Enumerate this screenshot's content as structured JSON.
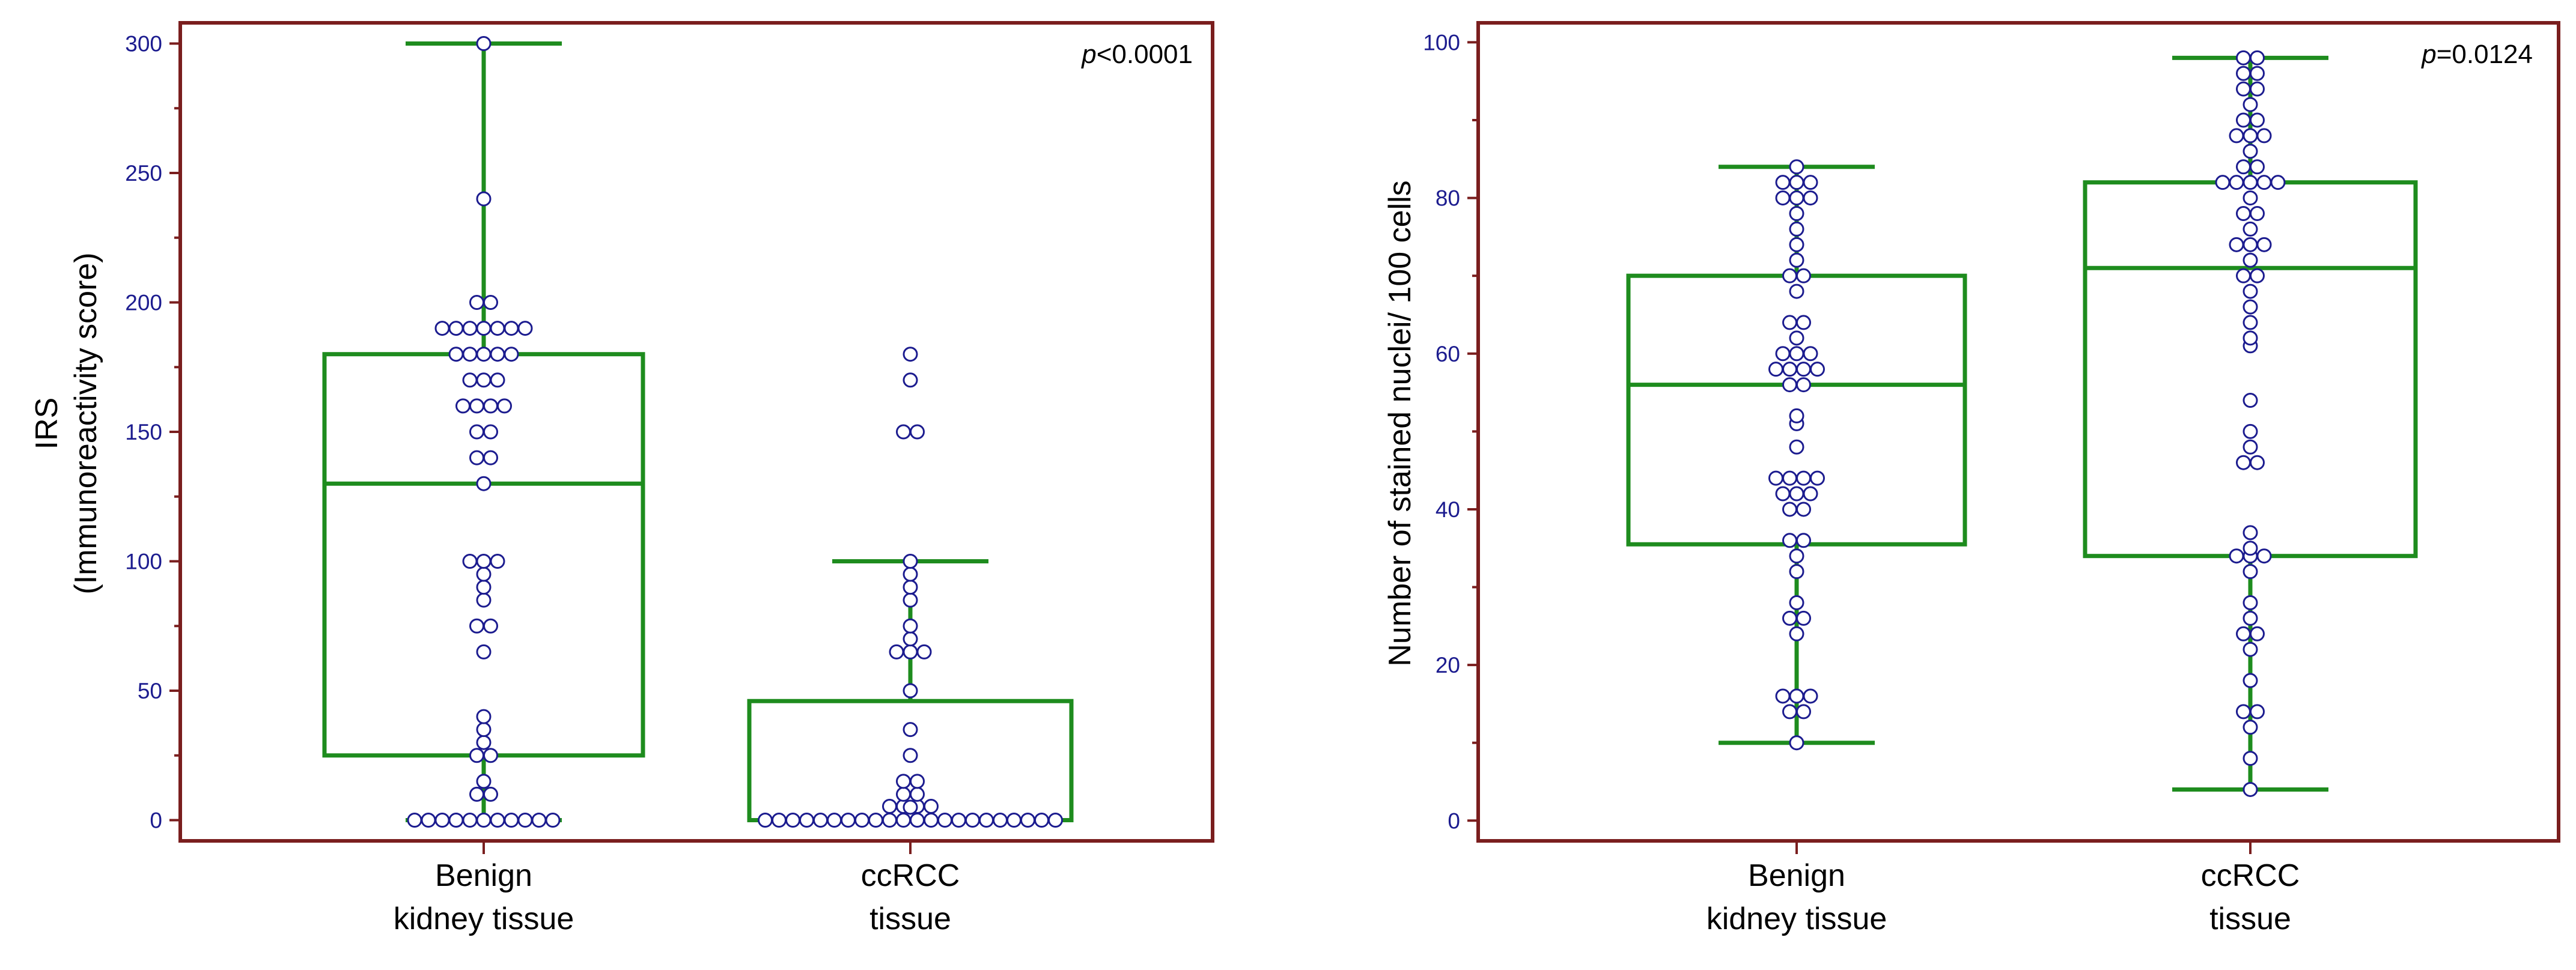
{
  "colors": {
    "frame": "#7a1e1e",
    "box": "#1e8c1e",
    "point_stroke": "#1c1c8f",
    "tick_label": "#1c1c8f"
  },
  "chart_data": [
    {
      "type": "box",
      "ylabel_line1": "IRS",
      "ylabel_line2": "(Immunoreactivity score)",
      "ylim": [
        -8,
        308
      ],
      "yticks": [
        0,
        50,
        100,
        150,
        200,
        250,
        300
      ],
      "ytick_labels": [
        "0",
        "50",
        "100",
        "150",
        "200",
        "250",
        "300"
      ],
      "annotation": {
        "p_italic": "p",
        "rest": "<0.0001"
      },
      "categories": [
        {
          "line1": "Benign",
          "line2": "kidney tissue"
        },
        {
          "line1": "ccRCC",
          "line2": "tissue"
        }
      ],
      "boxes": [
        {
          "q1": 25,
          "median": 130,
          "q3": 180,
          "whisker_low": 0,
          "whisker_high": 300
        },
        {
          "q1": 0,
          "median": 0,
          "q3": 46,
          "whisker_low": 0,
          "whisker_high": 100
        }
      ],
      "points": [
        [
          300,
          240,
          200,
          200,
          190,
          190,
          190,
          190,
          190,
          190,
          190,
          180,
          180,
          180,
          180,
          180,
          170,
          170,
          170,
          160,
          160,
          160,
          160,
          150,
          150,
          140,
          140,
          130,
          100,
          100,
          100,
          95,
          90,
          85,
          75,
          75,
          65,
          40,
          35,
          30,
          25,
          25,
          15,
          10,
          10,
          0,
          0,
          0,
          0,
          0,
          0,
          0,
          0,
          0,
          0,
          0
        ],
        [
          180,
          170,
          150,
          150,
          100,
          95,
          90,
          85,
          75,
          70,
          65,
          65,
          65,
          50,
          35,
          25,
          15,
          15,
          10,
          10,
          5,
          0,
          0,
          0,
          0,
          0,
          0,
          0,
          0,
          0,
          0,
          0,
          0,
          0,
          0,
          0,
          0,
          0,
          0,
          0,
          0,
          0,
          0,
          0,
          0,
          0,
          0
        ]
      ]
    },
    {
      "type": "box",
      "ylabel_line1": "Number of stained nuclei/ 100 cells",
      "ylabel_line2": "",
      "ylim": [
        -2.6,
        102.5
      ],
      "yticks": [
        0,
        20,
        40,
        60,
        80,
        100
      ],
      "ytick_labels": [
        "0",
        "20",
        "40",
        "60",
        "80",
        "100"
      ],
      "annotation": {
        "p_italic": "p",
        "rest": "=0.0124"
      },
      "categories": [
        {
          "line1": "Benign",
          "line2": "kidney tissue"
        },
        {
          "line1": "ccRCC",
          "line2": "tissue"
        }
      ],
      "boxes": [
        {
          "q1": 35.5,
          "median": 56,
          "q3": 70,
          "whisker_low": 10,
          "whisker_high": 84
        },
        {
          "q1": 34,
          "median": 71,
          "q3": 82,
          "whisker_low": 4,
          "whisker_high": 98
        }
      ],
      "points": [
        [
          84,
          82,
          82,
          82,
          80,
          80,
          80,
          78,
          76,
          74,
          72,
          70,
          70,
          68,
          64,
          64,
          62,
          60,
          60,
          60,
          58,
          58,
          58,
          58,
          56,
          56,
          52,
          51,
          48,
          44,
          44,
          44,
          44,
          42,
          42,
          42,
          40,
          40,
          36,
          36,
          34,
          32,
          28,
          26,
          26,
          24,
          16,
          16,
          16,
          14,
          14,
          10
        ],
        [
          98,
          98,
          96,
          96,
          94,
          94,
          92,
          90,
          90,
          88,
          88,
          88,
          86,
          84,
          84,
          82,
          82,
          82,
          82,
          82,
          80,
          78,
          78,
          76,
          74,
          74,
          74,
          72,
          70,
          70,
          68,
          66,
          64,
          62,
          61,
          54,
          50,
          48,
          46,
          46,
          37,
          35,
          34,
          34,
          34,
          32,
          28,
          26,
          24,
          24,
          22,
          18,
          14,
          14,
          12,
          8,
          4
        ]
      ]
    }
  ]
}
